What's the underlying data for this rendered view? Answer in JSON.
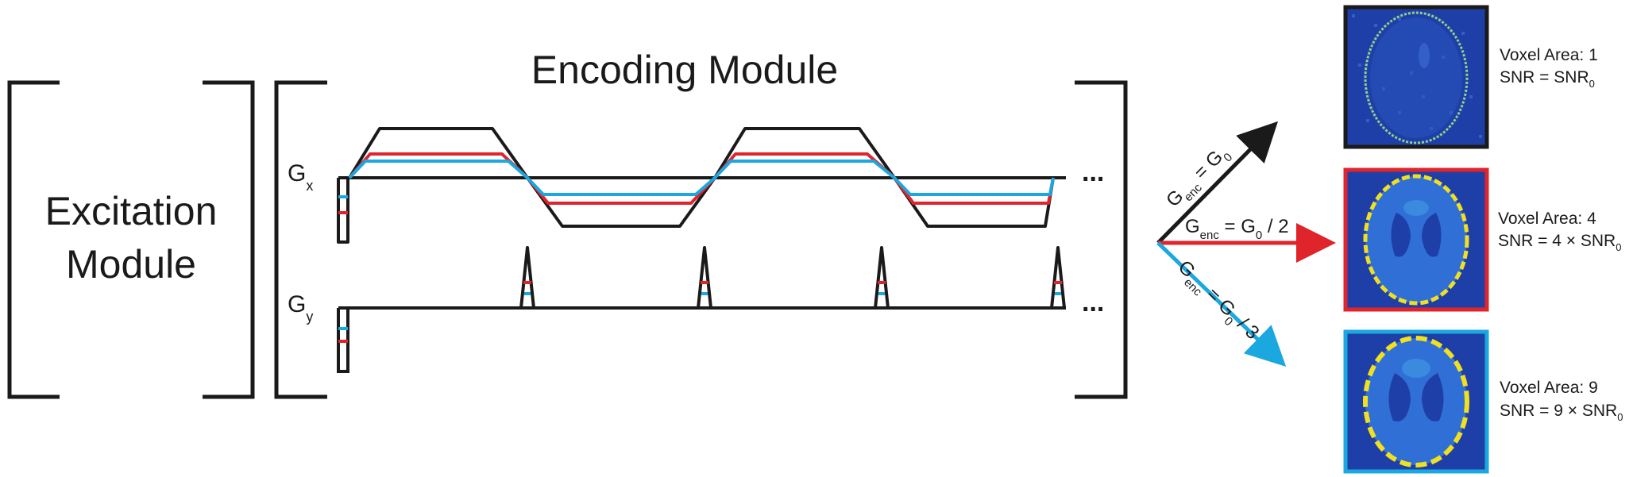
{
  "excitation": {
    "line1": "Excitation",
    "line2": "Module"
  },
  "encoding": {
    "title": "Encoding Module"
  },
  "gx": {
    "main": "G",
    "sub": "x"
  },
  "gy": {
    "main": "G",
    "sub": "y"
  },
  "ellipsis": "...",
  "arrows": [
    {
      "main": "G",
      "sub": "enc",
      "eq": " = G",
      "eqsub": "0",
      "suffix": "",
      "color": "#1a1a1a"
    },
    {
      "main": "G",
      "sub": "enc",
      "eq": " = G",
      "eqsub": "0",
      "suffix": " / 2",
      "color": "#e0242b"
    },
    {
      "main": "G",
      "sub": "enc",
      "eq": " = G",
      "eqsub": "0",
      "suffix": " / 3",
      "color": "#1ba7e0"
    }
  ],
  "panels": [
    {
      "voxel": "Voxel Area: 1",
      "snr_prefix": "SNR = SNR",
      "snr_sub": "0",
      "border": "#1a1a1a"
    },
    {
      "voxel": "Voxel Area: 4",
      "snr_prefix": "SNR = 4 × SNR",
      "snr_sub": "0",
      "border": "#e0242b"
    },
    {
      "voxel": "Voxel Area: 9",
      "snr_prefix": "SNR = 9 × SNR",
      "snr_sub": "0",
      "border": "#1ba7e0"
    }
  ],
  "colors": {
    "black": "#1a1a1a",
    "red": "#e0242b",
    "cyan": "#1ba7e0",
    "bg_blue": "#1f3fa8",
    "phantom_light": "#2f6fd6",
    "phantom_yellow": "#f0e020"
  }
}
